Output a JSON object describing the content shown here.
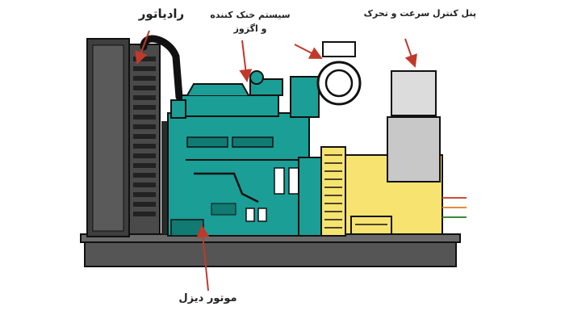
{
  "labels": {
    "radiator": "رادیاتور",
    "cooling_line1": "سیستم خنک کننده",
    "cooling_line2": "و اگزوز",
    "control_panel": "پنل کنترل سرعت و تحرک",
    "diesel_engine": "موتور دیزل"
  },
  "colors": {
    "engine": "#1a9e96",
    "engine_dark": "#117a73",
    "alternator": "#f7e370",
    "radiator": "#4a4a4a",
    "panel": "#dcdcdc",
    "base": "#555555",
    "arrow": "#c0392b",
    "outline": "#111111"
  }
}
